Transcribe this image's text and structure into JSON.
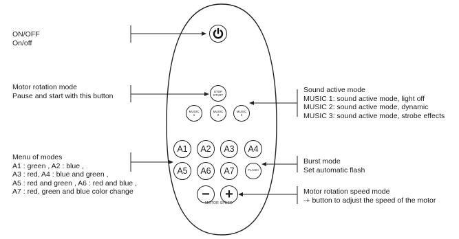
{
  "annotations": {
    "onoff": [
      "ON/OFF",
      "On/off"
    ],
    "motor_rotation": [
      "Motor rotation mode",
      "Pause and start with this button"
    ],
    "menu": [
      "Menu of modes",
      "A1 : green , A2 : blue ,",
      "A3 : red, A4 : blue and green ,",
      "A5 : red and green , A6 : red and blue ,",
      "A7 : red, green and blue color change"
    ],
    "sound": [
      "Sound active mode",
      "MUSIC 1: sound active mode, light off",
      "MUSIC 2: sound active mode, dynamic",
      "MUSIC 3: sound active mode, strobe effects"
    ],
    "burst": [
      "Burst mode",
      "Set automatic flash"
    ],
    "speed": [
      "Motor rotation speed mode",
      "-+ button to adjust the speed of the motor"
    ]
  },
  "remote": {
    "stop_start": [
      "STOP",
      "START"
    ],
    "music": [
      [
        "MUSIC",
        "1"
      ],
      [
        "MUSIC",
        "2"
      ],
      [
        "MUSIC",
        "3"
      ]
    ],
    "a_buttons": [
      "A1",
      "A2",
      "A3",
      "A4",
      "A5",
      "A6",
      "A7"
    ],
    "flash": "FLASH",
    "minus": "−",
    "plus": "+",
    "motor_speed": "MOTOR SPEED"
  }
}
